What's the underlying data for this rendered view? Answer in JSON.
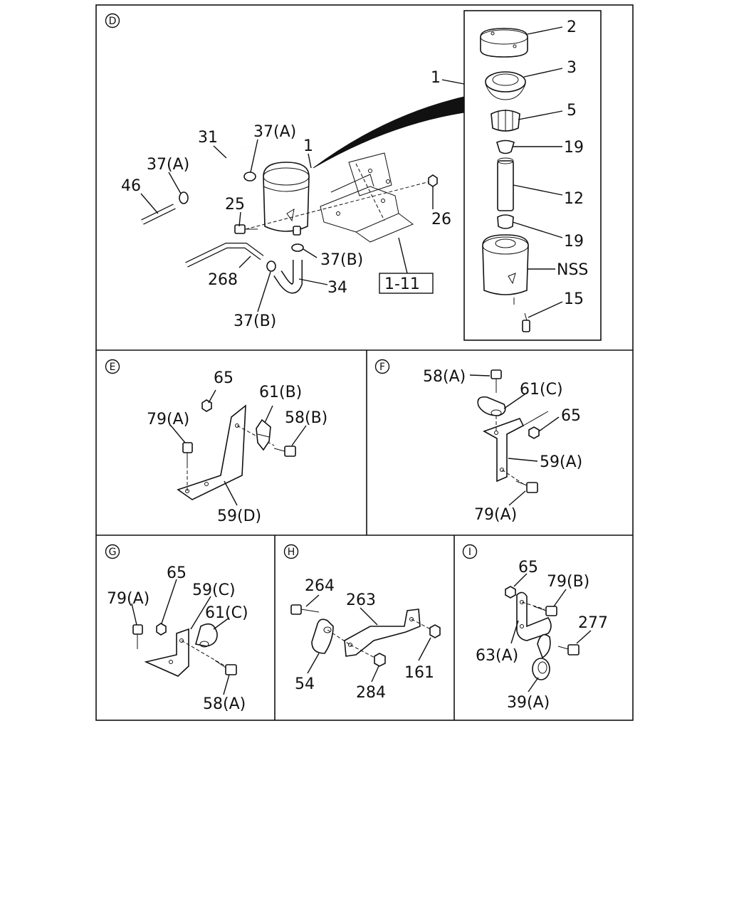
{
  "sections": {
    "D": {
      "letter": "D"
    },
    "E": {
      "letter": "E"
    },
    "F": {
      "letter": "F"
    },
    "G": {
      "letter": "G"
    },
    "H": {
      "letter": "H"
    },
    "I": {
      "letter": "I"
    }
  },
  "labels": {
    "d_2": "2",
    "d_3": "3",
    "d_5": "5",
    "d_19a": "19",
    "d_12": "12",
    "d_19b": "19",
    "d_nss": "NSS",
    "d_15": "15",
    "d_1a": "1",
    "d_1b": "1",
    "d_31": "31",
    "d_37a1": "37(A)",
    "d_37a2": "37(A)",
    "d_46": "46",
    "d_25": "25",
    "d_26": "26",
    "d_37b1": "37(B)",
    "d_268": "268",
    "d_34": "34",
    "d_37b2": "37(B)",
    "d_ref": "1-11",
    "e_65": "65",
    "e_61b": "61(B)",
    "e_79a": "79(A)",
    "e_58b": "58(B)",
    "e_59d": "59(D)",
    "f_58a": "58(A)",
    "f_61c": "61(C)",
    "f_65": "65",
    "f_59a": "59(A)",
    "f_79a": "79(A)",
    "g_65": "65",
    "g_79a": "79(A)",
    "g_59c": "59(C)",
    "g_61c": "61(C)",
    "g_58a": "58(A)",
    "h_264": "264",
    "h_263": "263",
    "h_54": "54",
    "h_284": "284",
    "h_161": "161",
    "i_65": "65",
    "i_79b": "79(B)",
    "i_277": "277",
    "i_63a": "63(A)",
    "i_39a": "39(A)"
  }
}
